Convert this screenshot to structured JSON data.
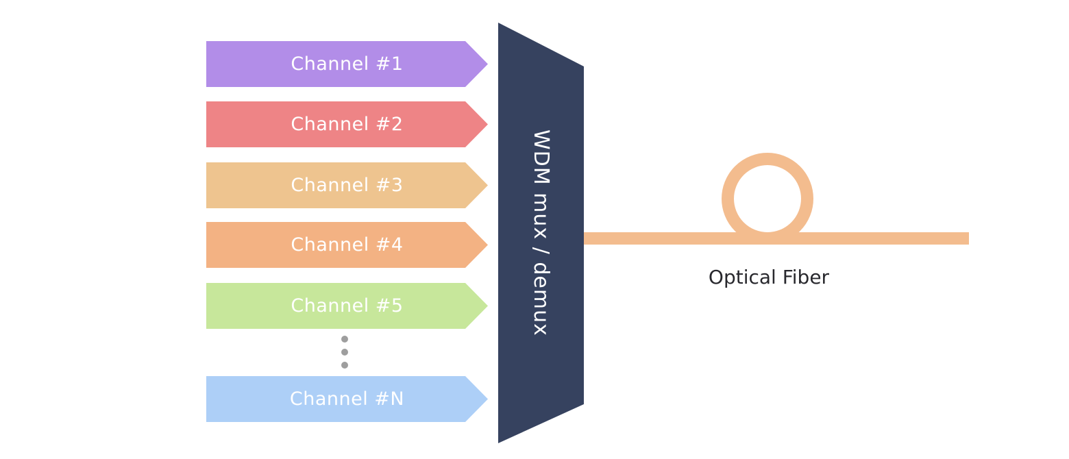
{
  "diagram": {
    "background": "#ffffff",
    "channels": [
      {
        "id": "1",
        "label": "Channel #1",
        "color": "#b28de8"
      },
      {
        "id": "2",
        "label": "Channel #2",
        "color": "#ee8486"
      },
      {
        "id": "3",
        "label": "Channel #3",
        "color": "#eec48f"
      },
      {
        "id": "4",
        "label": "Channel #4",
        "color": "#f3b283"
      },
      {
        "id": "5",
        "label": "Channel #5",
        "color": "#c7e79b"
      },
      {
        "id": "n",
        "label": "Channel #N",
        "color": "#adcff7"
      }
    ],
    "ellipsis": {
      "dots": 3,
      "color": "#9e9e9e"
    },
    "mux": {
      "label": "WDM mux / demux",
      "fill": "#36425f",
      "text_color": "#ffffff"
    },
    "fiber": {
      "label": "Optical Fiber",
      "line_color": "#f3bc8e",
      "label_color": "#28282d"
    }
  }
}
